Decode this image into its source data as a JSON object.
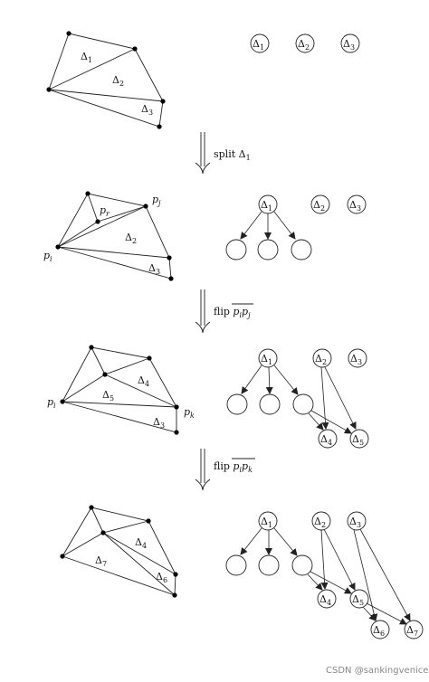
{
  "delta": "Δ",
  "steps": [
    "split Δ",
    "flip ",
    "flip "
  ],
  "step_sub": "1",
  "flip_edges": [
    [
      "p",
      "i",
      "p",
      "j"
    ],
    [
      "p",
      "i",
      "p",
      "k"
    ]
  ],
  "points": {
    "p": "p",
    "i": "i",
    "j": "j",
    "k": "k",
    "r": "r"
  },
  "watermark": "CSDN @sankingvenice"
}
